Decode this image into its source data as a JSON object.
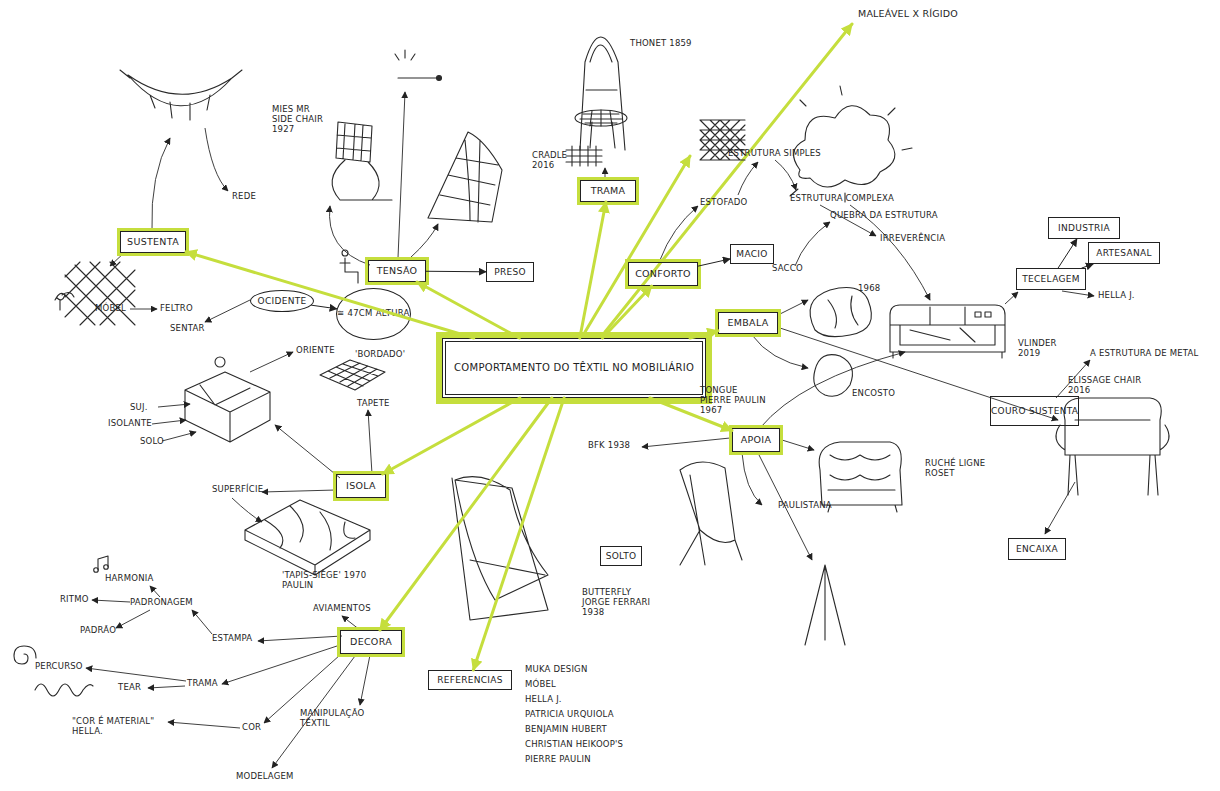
{
  "diagram": {
    "nodes": [
      {
        "text": [
          "COMPORTAMENTO DO TÊXTIL NO MOBILIÁRIO"
        ]
      },
      {
        "text": [
          "TRAMA"
        ]
      },
      {
        "text": [
          "SUSTENTA"
        ]
      },
      {
        "text": [
          "TENSÃO"
        ]
      },
      {
        "text": [
          "PRESO"
        ]
      },
      {
        "text": [
          "MACIO"
        ]
      },
      {
        "text": [
          "CONFORTO"
        ]
      },
      {
        "text": [
          "INDUSTRIA"
        ]
      },
      {
        "text": [
          "ARTESANAL"
        ]
      },
      {
        "text": [
          "TECELAGEM"
        ]
      },
      {
        "text": [
          "EMBALA"
        ]
      },
      {
        "text": [
          "OCIDENTE"
        ]
      },
      {
        "text": [
          "≅ 47CM ALTURA"
        ]
      },
      {
        "text": [
          "COURO SUSTENTA"
        ]
      },
      {
        "text": [
          "APOIA"
        ]
      },
      {
        "text": [
          "ISOLA"
        ]
      },
      {
        "text": [
          "SOLTO"
        ]
      },
      {
        "text": [
          "ENCAIXA"
        ]
      },
      {
        "text": [
          "DECORA"
        ]
      },
      {
        "text": [
          "REFERENCIAS"
        ]
      }
    ],
    "edges": [
      {
        "from": 0,
        "to": 1,
        "arrow": "to"
      },
      {
        "from": 0,
        "to": 2,
        "arrow": "to"
      },
      {
        "from": 0,
        "to": 3,
        "arrow": "to"
      },
      {
        "from": 0,
        "to": 6,
        "arrow": "to"
      },
      {
        "from": 0,
        "to": 10,
        "arrow": "to"
      },
      {
        "from": 0,
        "to": 14,
        "arrow": "to"
      },
      {
        "from": 0,
        "to": 15,
        "arrow": "to"
      },
      {
        "from": 0,
        "to": 18,
        "arrow": "to"
      },
      {
        "from": 0,
        "to": 19,
        "arrow": "to"
      },
      {
        "from": 3,
        "to": 4,
        "arrow": "to"
      },
      {
        "from": 6,
        "to": 5,
        "arrow": "to"
      },
      {
        "from": 9,
        "to": 7,
        "arrow": "to"
      },
      {
        "from": 9,
        "to": 8,
        "arrow": "to"
      },
      {
        "from": 11,
        "to": 12,
        "arrow": "to"
      }
    ],
    "labels": [
      "MALEÁVEL X RÍGIDO",
      "THONET 1859",
      "ESTRUTURA SIMPLES",
      "ESTOFADO",
      "ESTRUTURA COMPLEXA",
      "QUEBRA DA ESTRUTURA",
      "IRREVERÊNCIA",
      "SACCO",
      "1968",
      "VLINDER 2019",
      "HELLA J.",
      "A ESTRUTURA DE METAL",
      "ELISSAGE CHAIR 2016",
      "TONGUE PIERRE PAULIN 1967",
      "ENCOSTO",
      "RUCHÉ LIGNE ROSET",
      "PAULISTANA",
      "BFK 1938",
      "BUTTERFLY JORGE FERRARI 1938",
      "MIES MR SIDE CHAIR 1927",
      "CRADLE 2016",
      "REDE",
      "MÓBEL",
      "FELTRO",
      "SENTAR",
      "ORIENTE",
      "'BORDADO'",
      "SUJ.",
      "ISOLANTE",
      "SOLO",
      "TAPETE",
      "SUPERFÍCIE",
      "'TAPIS-SIÈGE' 1970 PAULIN",
      "HARMONIA",
      "RITMO",
      "PADRONAGEM",
      "PADRÃO",
      "ESTAMPA",
      "AVIAMENTOS",
      "PERCURSO",
      "TEAR",
      "TRAMA",
      "COR",
      "\"COR É MATERIAL\" HELLA.",
      "MANIPULAÇÃO TÊXTIL",
      "MODELAGEM",
      "MUKA DESIGN",
      "MÓBEL",
      "HELLA J.",
      "PATRICIA URQUIOLA",
      "BENJAMIN HUBERT",
      "CHRISTIAN HEIKOOP'S",
      "PIERRE PAULIN"
    ]
  }
}
